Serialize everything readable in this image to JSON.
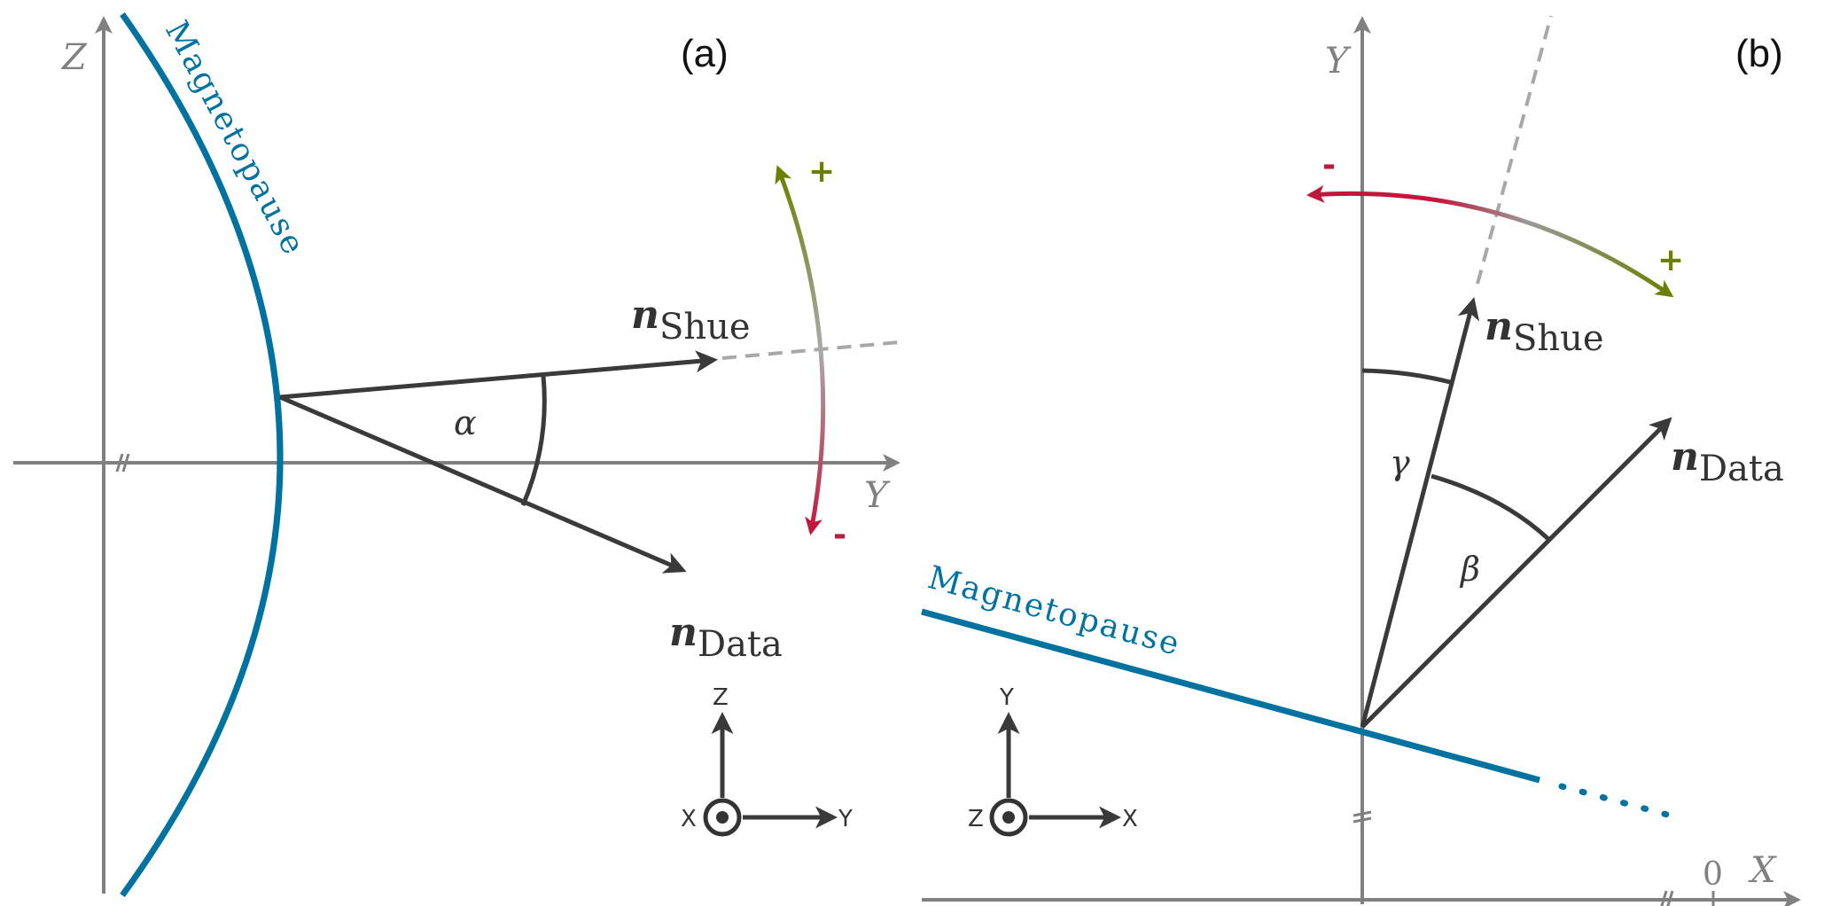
{
  "panel_a": {
    "label": "(a)",
    "vertical_axis": "Z",
    "horizontal_axis": "Y",
    "boundary_label": "Magnetopause",
    "n_shue": {
      "symbol": "n",
      "subscript": "Shue"
    },
    "n_data": {
      "symbol": "n",
      "subscript": "Data"
    },
    "angle": "α",
    "rotation_plus": "+",
    "rotation_minus": "-",
    "triad": {
      "up": "Z",
      "right": "Y",
      "out": "X"
    }
  },
  "panel_b": {
    "label": "(b)",
    "vertical_axis": "Y",
    "horizontal_axis": "X",
    "origin_tick": "0",
    "boundary_label": "Magnetopause",
    "n_shue": {
      "symbol": "n",
      "subscript": "Shue"
    },
    "n_data": {
      "symbol": "n",
      "subscript": "Data"
    },
    "angle_gamma": "γ",
    "angle_beta": "β",
    "rotation_plus": "+",
    "rotation_minus": "-",
    "triad": {
      "up": "Y",
      "right": "X",
      "out": "Z"
    }
  },
  "colors": {
    "magnetopause": "#0072a0",
    "positive": "#6b8000",
    "negative": "#c0183c",
    "axis": "#808080",
    "vector": "#3a3a3a"
  }
}
